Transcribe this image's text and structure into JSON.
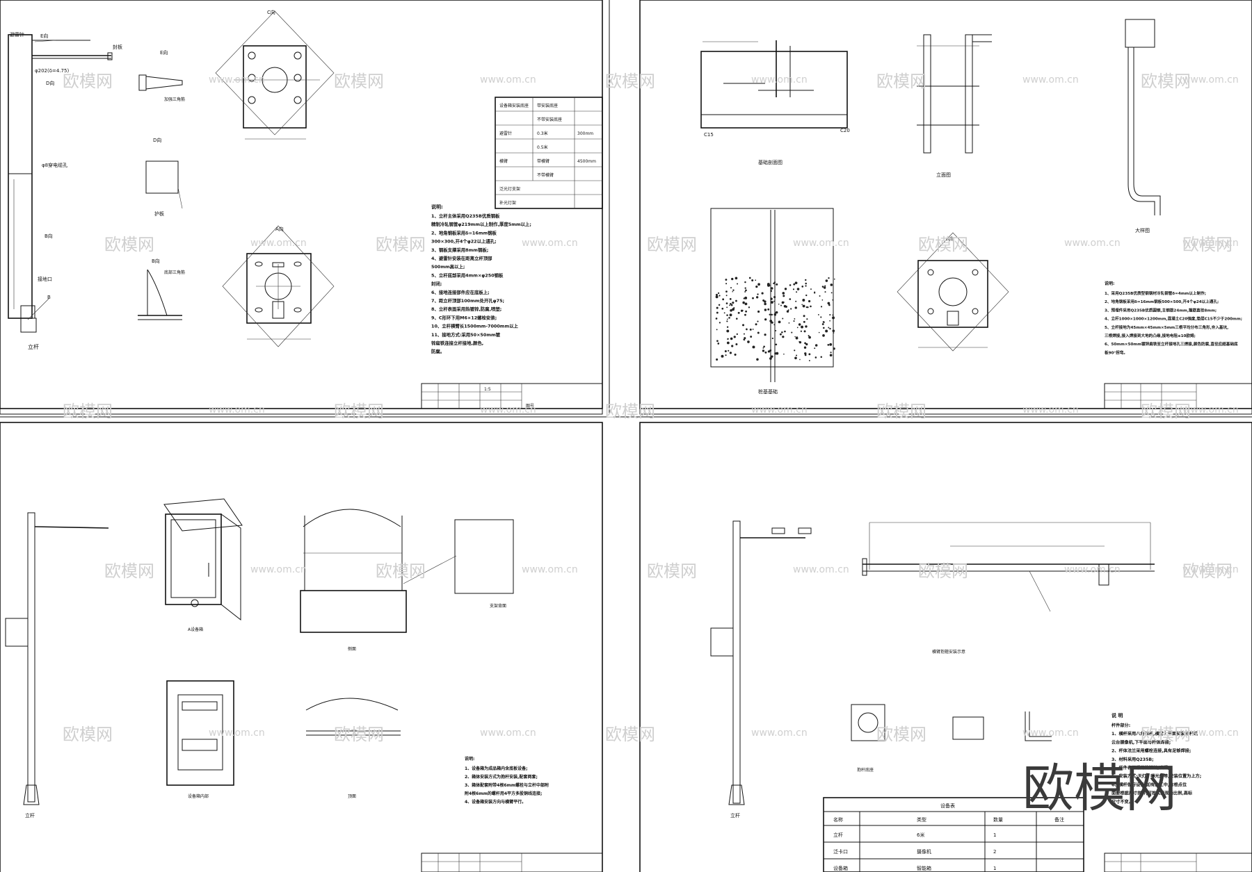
{
  "watermark": {
    "text": "欧模网",
    "url": "www.om.cn"
  },
  "brand_mark": "欧模网",
  "sheet1": {
    "pole_labels": [
      "避雷针",
      "E向",
      "封板",
      "φ202(δ=4.75)",
      "D向",
      "φ8穿电缆孔",
      "B向",
      "接地口",
      "B",
      "立杆"
    ],
    "view_labels": [
      "C向",
      "E向",
      "加强三角筋",
      "D向",
      "护板",
      "B向",
      "底部三角筋",
      "A向"
    ],
    "table": [
      [
        "设备箱安装底座",
        "带安装底座",
        ""
      ],
      [
        "",
        "不带安装底座",
        ""
      ],
      [
        "避雷针",
        "0.3米",
        "300mm"
      ],
      [
        "",
        "0.5米",
        ""
      ],
      [
        "横臂",
        "带横臂",
        "4500mm"
      ],
      [
        "",
        "不带横臂",
        ""
      ],
      [
        "泛光灯支架",
        "",
        ""
      ],
      [
        "补光灯架",
        "",
        ""
      ]
    ],
    "notes_title": "说明:",
    "notes": [
      "1、立杆主体采用Q235B优质钢板",
      "精制冷轧钢管φ219mm以上制作,厚度5mm以上;",
      "2、地角钢板采用δ=16mm钢板",
      "300×300,开4个φ22以上通孔;",
      "3、钢板支撑采用8mm钢板;",
      "4、避雷针安装在距离立杆顶部",
      "500mm高以上;",
      "5、立杆底部采用4mm×φ250钢板",
      "封闭;",
      "6、接地连接部件应在底板上;",
      "7、距立杆顶部100mm处开孔φ75;",
      "8、立杆表面采用热镀锌,防腐,喷塑;",
      "9、C形环下用M6×12螺栓安装;",
      "10、立杆横臂长1500mm-7000mm以上",
      "11、接地方式:采用50×50mm镀",
      "锌扁铁连接立杆接地,颜色,",
      "防腐。"
    ]
  },
  "sheet2": {
    "labels": [
      "基础剖面图",
      "立面图",
      "大样图",
      "桩基基础",
      "A向",
      "C15",
      "C20"
    ],
    "notes_title": "说明:",
    "notes": [
      "1、采用Q235B优质型钢钢材冷轧钢管δ=4mm以上制作;",
      "2、地角钢板采用δ=16mm钢板500×500,开4个φ24以上通孔;",
      "3、预埋件采用Q235B优质圆钢,主钢筋24mm,箍筋直径8mm;",
      "4、立杆1000×1000×1200mm,混凝土C20强度,垫层C15不少于200mm;",
      "5、立杆接地为45mm×45mm×5mm三根平均分布三角形,夯入基坑,",
      "三根焊接,接入焊接到大地的凸缘,接地电阻≤10欧姆;",
      "6、50mm×50mm镀锌扁铁至立杆接地孔三焊接,颜色防腐,直径应超基础底",
      "板90°拐弯。"
    ]
  },
  "sheet3": {
    "labels": [
      "立杆",
      "A设备箱",
      "设备箱内部",
      "侧面",
      "支架背面",
      "顶面"
    ],
    "notes_title": "说明:",
    "notes": [
      "1、设备箱为成品箱内含底板设备;",
      "2、箱体安装方式为抱杆安装,配套两套;",
      "3、箱体配套附带4根6mm螺栓与立杆中部附",
      "附4根6mm的螺杆用4平方多股铜线连接;",
      "4、设备箱安装方向与横臂平行。"
    ]
  },
  "sheet4": {
    "labels": [
      "立杆",
      "横臂抱箍安装示意",
      "抱杆底座"
    ],
    "notes_title": "说 明",
    "notes": [
      "杆件部分:",
      "1、横杆采用八角锥杆,横臂上平面安装抱杆或",
      "云台摄像机,下平面与杆体焊接;",
      "2、杆体法兰采用螺栓连接,具有足够焊接;",
      "3、材料采用Q235B;",
      "4、杆件表面采用热镀锌,喷塑;",
      "5、安装方式:天灯、曝光灯等,安装位置为上方;",
      "6、横杆做好设计,如有施工中,有根点位",
      "面要根据尺寸拼件,可按实际现场比例,高标",
      "尺寸不变。"
    ],
    "table_title": "设备表",
    "table_headers": [
      "名称",
      "类型",
      "数量",
      "备注"
    ],
    "table_rows": [
      [
        "立杆",
        "6米",
        "1",
        ""
      ],
      [
        "泛卡口",
        "摄像机",
        "2",
        ""
      ],
      [
        "设备箱",
        "智能箱",
        "1",
        ""
      ]
    ]
  },
  "title_block": {
    "scale": "1:5",
    "sheet": "图号"
  }
}
